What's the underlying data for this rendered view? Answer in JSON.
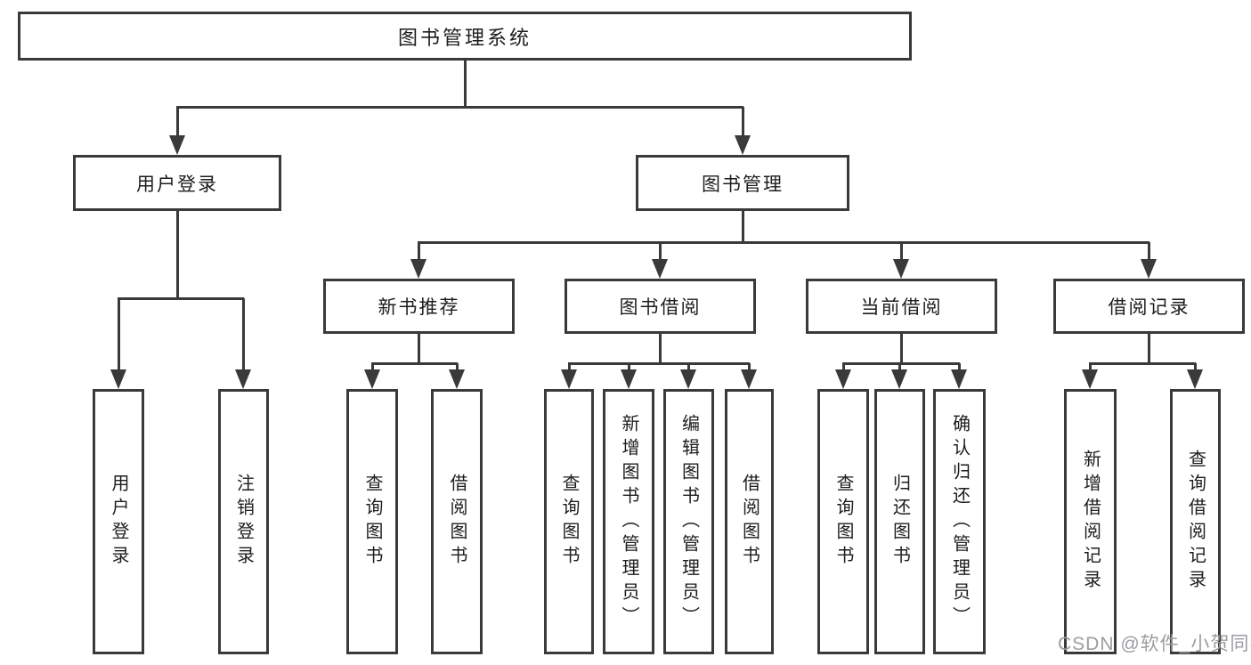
{
  "tree": {
    "label": "图书管理系统",
    "children": [
      {
        "label": "用户登录",
        "children": [
          {
            "label": "用户登录"
          },
          {
            "label": "注销登录"
          }
        ]
      },
      {
        "label": "图书管理",
        "children": [
          {
            "label": "新书推荐",
            "children": [
              {
                "label": "查询图书"
              },
              {
                "label": "借阅图书"
              }
            ]
          },
          {
            "label": "图书借阅",
            "children": [
              {
                "label": "查询图书"
              },
              {
                "label": "新增图书（管理员）"
              },
              {
                "label": "编辑图书（管理员）"
              },
              {
                "label": "借阅图书"
              }
            ]
          },
          {
            "label": "当前借阅",
            "children": [
              {
                "label": "查询图书"
              },
              {
                "label": "归还图书"
              },
              {
                "label": "确认归还（管理员）"
              }
            ]
          },
          {
            "label": "借阅记录",
            "children": [
              {
                "label": "新增借阅记录"
              },
              {
                "label": "查询借阅记录"
              }
            ]
          }
        ]
      }
    ]
  },
  "watermark": {
    "text": "CSDN @软件_小贺同学"
  },
  "colors": {
    "line": "#3a3a3a",
    "text": "#1d1d1d",
    "watermark": "#9c9ca2",
    "background": "#ffffff"
  }
}
